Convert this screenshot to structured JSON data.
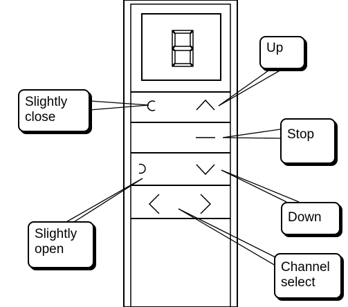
{
  "display": {
    "digit": "8"
  },
  "buttons": {
    "slightly_close": {
      "icon": "circle-outline-icon"
    },
    "up": {
      "icon": "chevron-up-icon"
    },
    "stop": {
      "icon": "dash-icon"
    },
    "slightly_open": {
      "icon": "circle-outline-icon"
    },
    "down": {
      "icon": "chevron-down-icon"
    },
    "channel_prev": {
      "icon": "chevron-left-icon"
    },
    "channel_next": {
      "icon": "chevron-right-icon"
    }
  },
  "callouts": {
    "up": "Up",
    "slightly_close_line1": "Slightly",
    "slightly_close_line2": "close",
    "stop": "Stop",
    "down": "Down",
    "slightly_open_line1": "Slightly",
    "slightly_open_line2": "open",
    "channel_select_line1": "Channel",
    "channel_select_line2": "select"
  },
  "colors": {
    "line": "#000000",
    "body": "#ffffff",
    "body_outline": "#000000"
  }
}
